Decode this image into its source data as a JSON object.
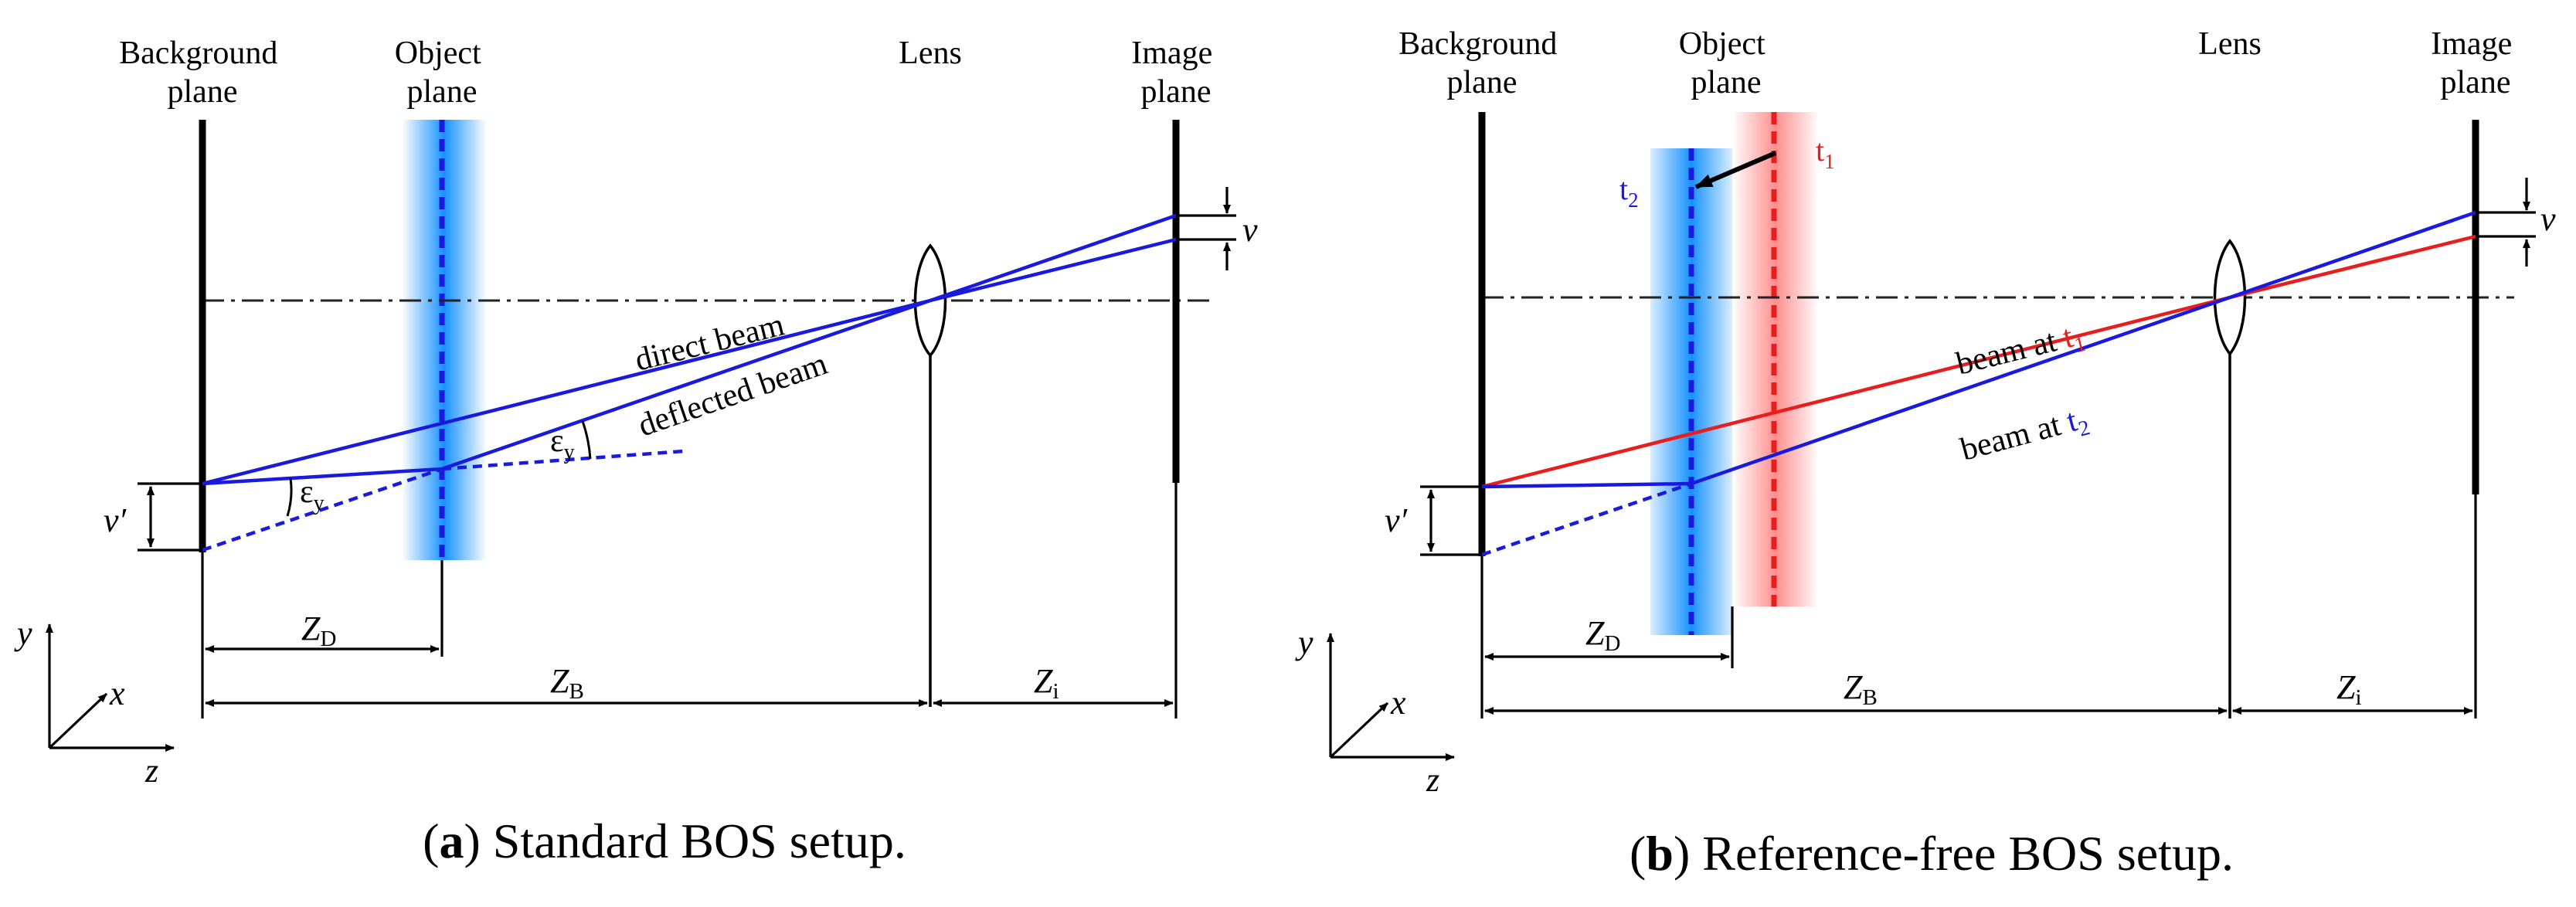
{
  "panel_a": {
    "background_plane": [
      "Background",
      "plane"
    ],
    "object_plane": [
      "Object",
      "plane"
    ],
    "lens": "Lens",
    "image_plane": [
      "Image",
      "plane"
    ],
    "direct_beam": "direct beam",
    "deflected_beam": "deflected beam",
    "epsilon": "ε",
    "epsilon_sub": "y",
    "v": "v",
    "v_prime": "v′",
    "z_d": "Z",
    "z_d_sub": "D",
    "z_b": "Z",
    "z_b_sub": "B",
    "z_i": "Z",
    "z_i_sub": "i",
    "axis_x": "x",
    "axis_y": "y",
    "axis_z": "z",
    "caption_letter": "a",
    "caption_text": " Standard BOS setup."
  },
  "panel_b": {
    "background_plane": [
      "Background",
      "plane"
    ],
    "object_plane": [
      "Object",
      "plane"
    ],
    "lens": "Lens",
    "image_plane": [
      "Image",
      "plane"
    ],
    "t1": "t",
    "t1_sub": "1",
    "t2": "t",
    "t2_sub": "2",
    "beam_t1": "beam at ",
    "beam_t2": "beam at ",
    "v": "v",
    "v_prime": "v′",
    "z_d": "Z",
    "z_d_sub": "D",
    "z_b": "Z",
    "z_b_sub": "B",
    "z_i": "Z",
    "z_i_sub": "i",
    "axis_x": "x",
    "axis_y": "y",
    "axis_z": "z",
    "caption_letter": "b",
    "caption_text": " Reference-free BOS setup."
  },
  "colors": {
    "blue_beam": "#1a1adc",
    "red_beam": "#e61e1e",
    "blue_schlieren": "#0a8cff",
    "red_schlieren": "#ff8c8c"
  }
}
